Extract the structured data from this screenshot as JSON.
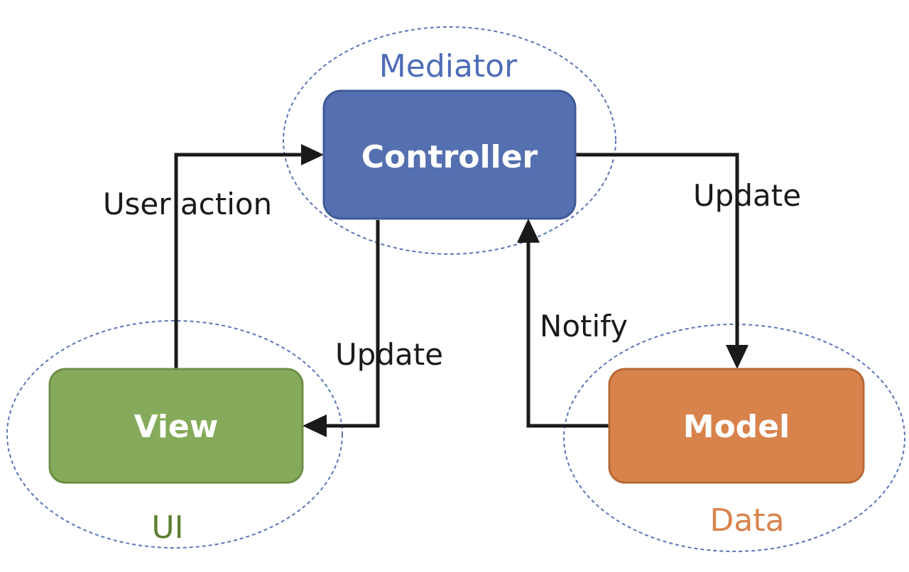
{
  "diagram": {
    "groups": {
      "mediator": {
        "label": "Mediator",
        "color": "#4f6db8"
      },
      "ui": {
        "label": "UI",
        "color": "#5c7f30"
      },
      "data": {
        "label": "Data",
        "color": "#d9834d"
      }
    },
    "nodes": {
      "controller": {
        "label": "Controller",
        "fill": "#5470b0",
        "stroke": "#3f5a98"
      },
      "view": {
        "label": "View",
        "fill": "#86aa5b",
        "stroke": "#6d8f46"
      },
      "model": {
        "label": "Model",
        "fill": "#d8834c",
        "stroke": "#b86a37"
      }
    },
    "edges": {
      "view_to_controller": {
        "label": "User action",
        "from": "View",
        "to": "Controller"
      },
      "controller_to_model": {
        "label": "Update",
        "from": "Controller",
        "to": "Model"
      },
      "controller_to_view": {
        "label": "Update",
        "from": "Controller",
        "to": "View"
      },
      "model_to_controller": {
        "label": "Notify",
        "from": "Model",
        "to": "Controller"
      }
    }
  }
}
